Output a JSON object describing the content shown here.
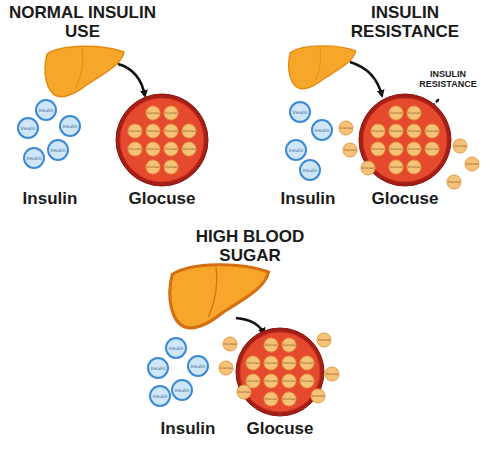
{
  "diagram": {
    "nodes": [
      {
        "text": [
          "Insulin"
        ]
      },
      {
        "text": [
          "Insulin"
        ]
      },
      {
        "text": [
          "Insulin"
        ]
      },
      {
        "text": [
          "Insulin"
        ]
      },
      {
        "text": [
          "Insulin"
        ]
      },
      {
        "text": [
          "Glocuse"
        ]
      },
      {
        "text": [
          "Glucose"
        ],
        "in": 5
      },
      {
        "text": [
          "Glucose"
        ],
        "in": 5
      },
      {
        "text": [
          "Glucose"
        ],
        "in": 5
      },
      {
        "text": [
          "Glucose"
        ],
        "in": 5
      },
      {
        "text": [
          "Glucose"
        ],
        "in": 5
      },
      {
        "text": [
          "Glucose"
        ],
        "in": 5
      },
      {
        "text": [
          "Glucose"
        ],
        "in": 5
      },
      {
        "text": [
          "Glucose"
        ],
        "in": 5
      },
      {
        "text": [
          "Glucose"
        ],
        "in": 5
      },
      {
        "text": [
          "Glucose"
        ],
        "in": 5
      },
      {
        "text": [
          "Glucose"
        ],
        "in": 5
      },
      {
        "text": [
          "Glucose"
        ],
        "in": 5
      },
      {
        "text": [
          "Insulin"
        ]
      },
      {
        "text": [
          "Insulin"
        ]
      },
      {
        "text": [
          "Insulin"
        ]
      },
      {
        "text": [
          "Insulin"
        ]
      },
      {
        "text": [
          "Glocuse"
        ]
      },
      {
        "text": [
          "Glucose"
        ],
        "in": 22
      },
      {
        "text": [
          "Glucose"
        ],
        "in": 22
      },
      {
        "text": [
          "Glucose"
        ],
        "in": 22
      },
      {
        "text": [
          "Glucose"
        ],
        "in": 22
      },
      {
        "text": [
          "Glucose"
        ],
        "in": 22
      },
      {
        "text": [
          "Glucose"
        ],
        "in": 22
      },
      {
        "text": [
          "Glucose"
        ],
        "in": 22
      },
      {
        "text": [
          "Glucose"
        ],
        "in": 22
      },
      {
        "text": [
          "Glucose"
        ],
        "in": 22
      },
      {
        "text": [
          "Glucose"
        ],
        "in": 22
      },
      {
        "text": [
          "Glucose"
        ],
        "in": 22
      },
      {
        "text": [
          "Glucose"
        ],
        "in": 22
      },
      {
        "text": [
          "Glucose"
        ]
      },
      {
        "text": [
          "Glucose"
        ]
      },
      {
        "text": [
          "Glucose"
        ]
      },
      {
        "text": [
          "Glucose"
        ]
      },
      {
        "text": [
          "Glucose"
        ]
      },
      {
        "text": [
          "Glucose"
        ]
      },
      {
        "text": [
          "Insulin"
        ]
      },
      {
        "text": [
          "Insulin"
        ]
      },
      {
        "text": [
          "Insulin"
        ]
      },
      {
        "text": [
          "Insulin"
        ]
      },
      {
        "text": [
          "Insulin"
        ]
      },
      {
        "text": [
          "Glocuse"
        ]
      },
      {
        "text": [
          "Glucose"
        ],
        "in": 46
      },
      {
        "text": [
          "Glucose"
        ],
        "in": 46
      },
      {
        "text": [
          "Glucose"
        ],
        "in": 46
      },
      {
        "text": [
          "Glucose"
        ],
        "in": 46
      },
      {
        "text": [
          "Glucose"
        ],
        "in": 46
      },
      {
        "text": [
          "Glucose"
        ],
        "in": 46
      },
      {
        "text": [
          "Glucose"
        ],
        "in": 46
      },
      {
        "text": [
          "Glucose"
        ],
        "in": 46
      },
      {
        "text": [
          "Glucose"
        ],
        "in": 46
      },
      {
        "text": [
          "Glucose"
        ],
        "in": 46
      },
      {
        "text": [
          "Glucose"
        ],
        "in": 46
      },
      {
        "text": [
          "Glucose"
        ],
        "in": 46
      },
      {
        "text": [
          "Glucose"
        ]
      },
      {
        "text": [
          "Glucose"
        ]
      },
      {
        "text": [
          "Glucose"
        ]
      },
      {
        "text": [
          "Glucose"
        ]
      },
      {
        "text": [
          "Glucose"
        ]
      },
      {
        "text": [
          "Glucose"
        ]
      }
    ],
    "labels": [
      "NORMAL INSULIN USE",
      "INSULIN RESISTANCE",
      "INSULIN RESISTANCE",
      "Insulin",
      "Insulin",
      "HIGH BLOOD SUGAR",
      "Insulin"
    ]
  }
}
